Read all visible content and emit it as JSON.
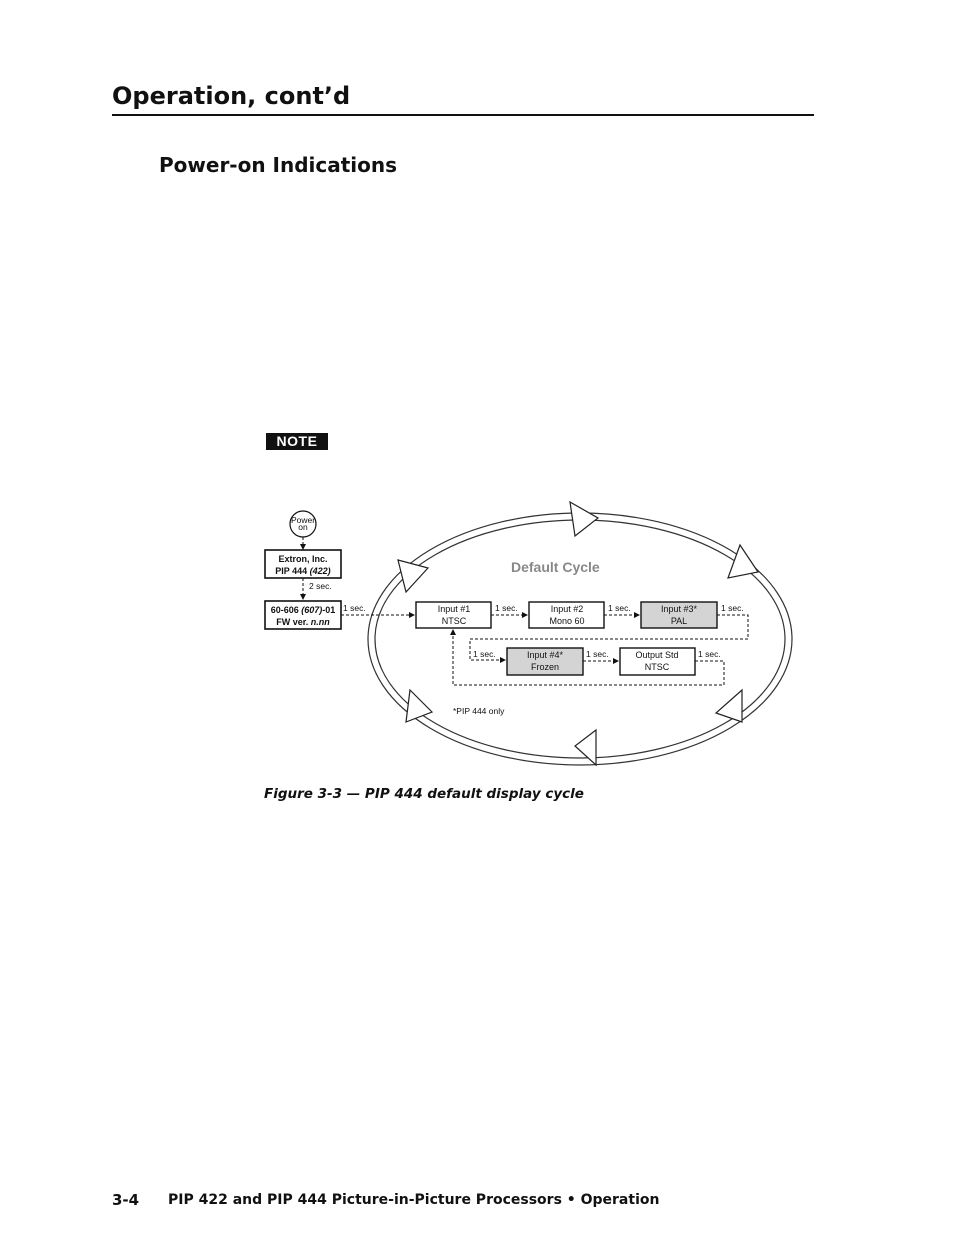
{
  "header": {
    "title": "Operation, cont’d"
  },
  "section": {
    "title": "Power-on Indications"
  },
  "note": {
    "label": "NOTE"
  },
  "diagram": {
    "power_on_line1": "Power",
    "power_on_line2": "on",
    "extron_line1": "Extron, Inc.",
    "extron_line2a": "PIP 444 ",
    "extron_line2b": "(422)",
    "delay_2sec": "2 sec.",
    "fw_line1a": "60-606 ",
    "fw_line1b": "(607)",
    "fw_line1c": "-01",
    "fw_line2a": "FW ver. ",
    "fw_line2b": "n.nn",
    "cycle_title": "Default Cycle",
    "sec": "1 sec.",
    "input1_line1": "Input #1",
    "input1_line2": "NTSC",
    "input2_line1": "Input #2",
    "input2_line2": "Mono 60",
    "input3_line1": "Input #3*",
    "input3_line2": "PAL",
    "input4_line1": "Input #4*",
    "input4_line2": "Frozen",
    "output_line1": "Output Std",
    "output_line2": "NTSC",
    "footnote": "*PIP 444 only"
  },
  "figure": {
    "caption": "Figure 3-3 — PIP 444 default display cycle"
  },
  "footer": {
    "page": "3-4",
    "text": "PIP 422 and PIP 444 Picture-in-Picture Processors • Operation"
  }
}
